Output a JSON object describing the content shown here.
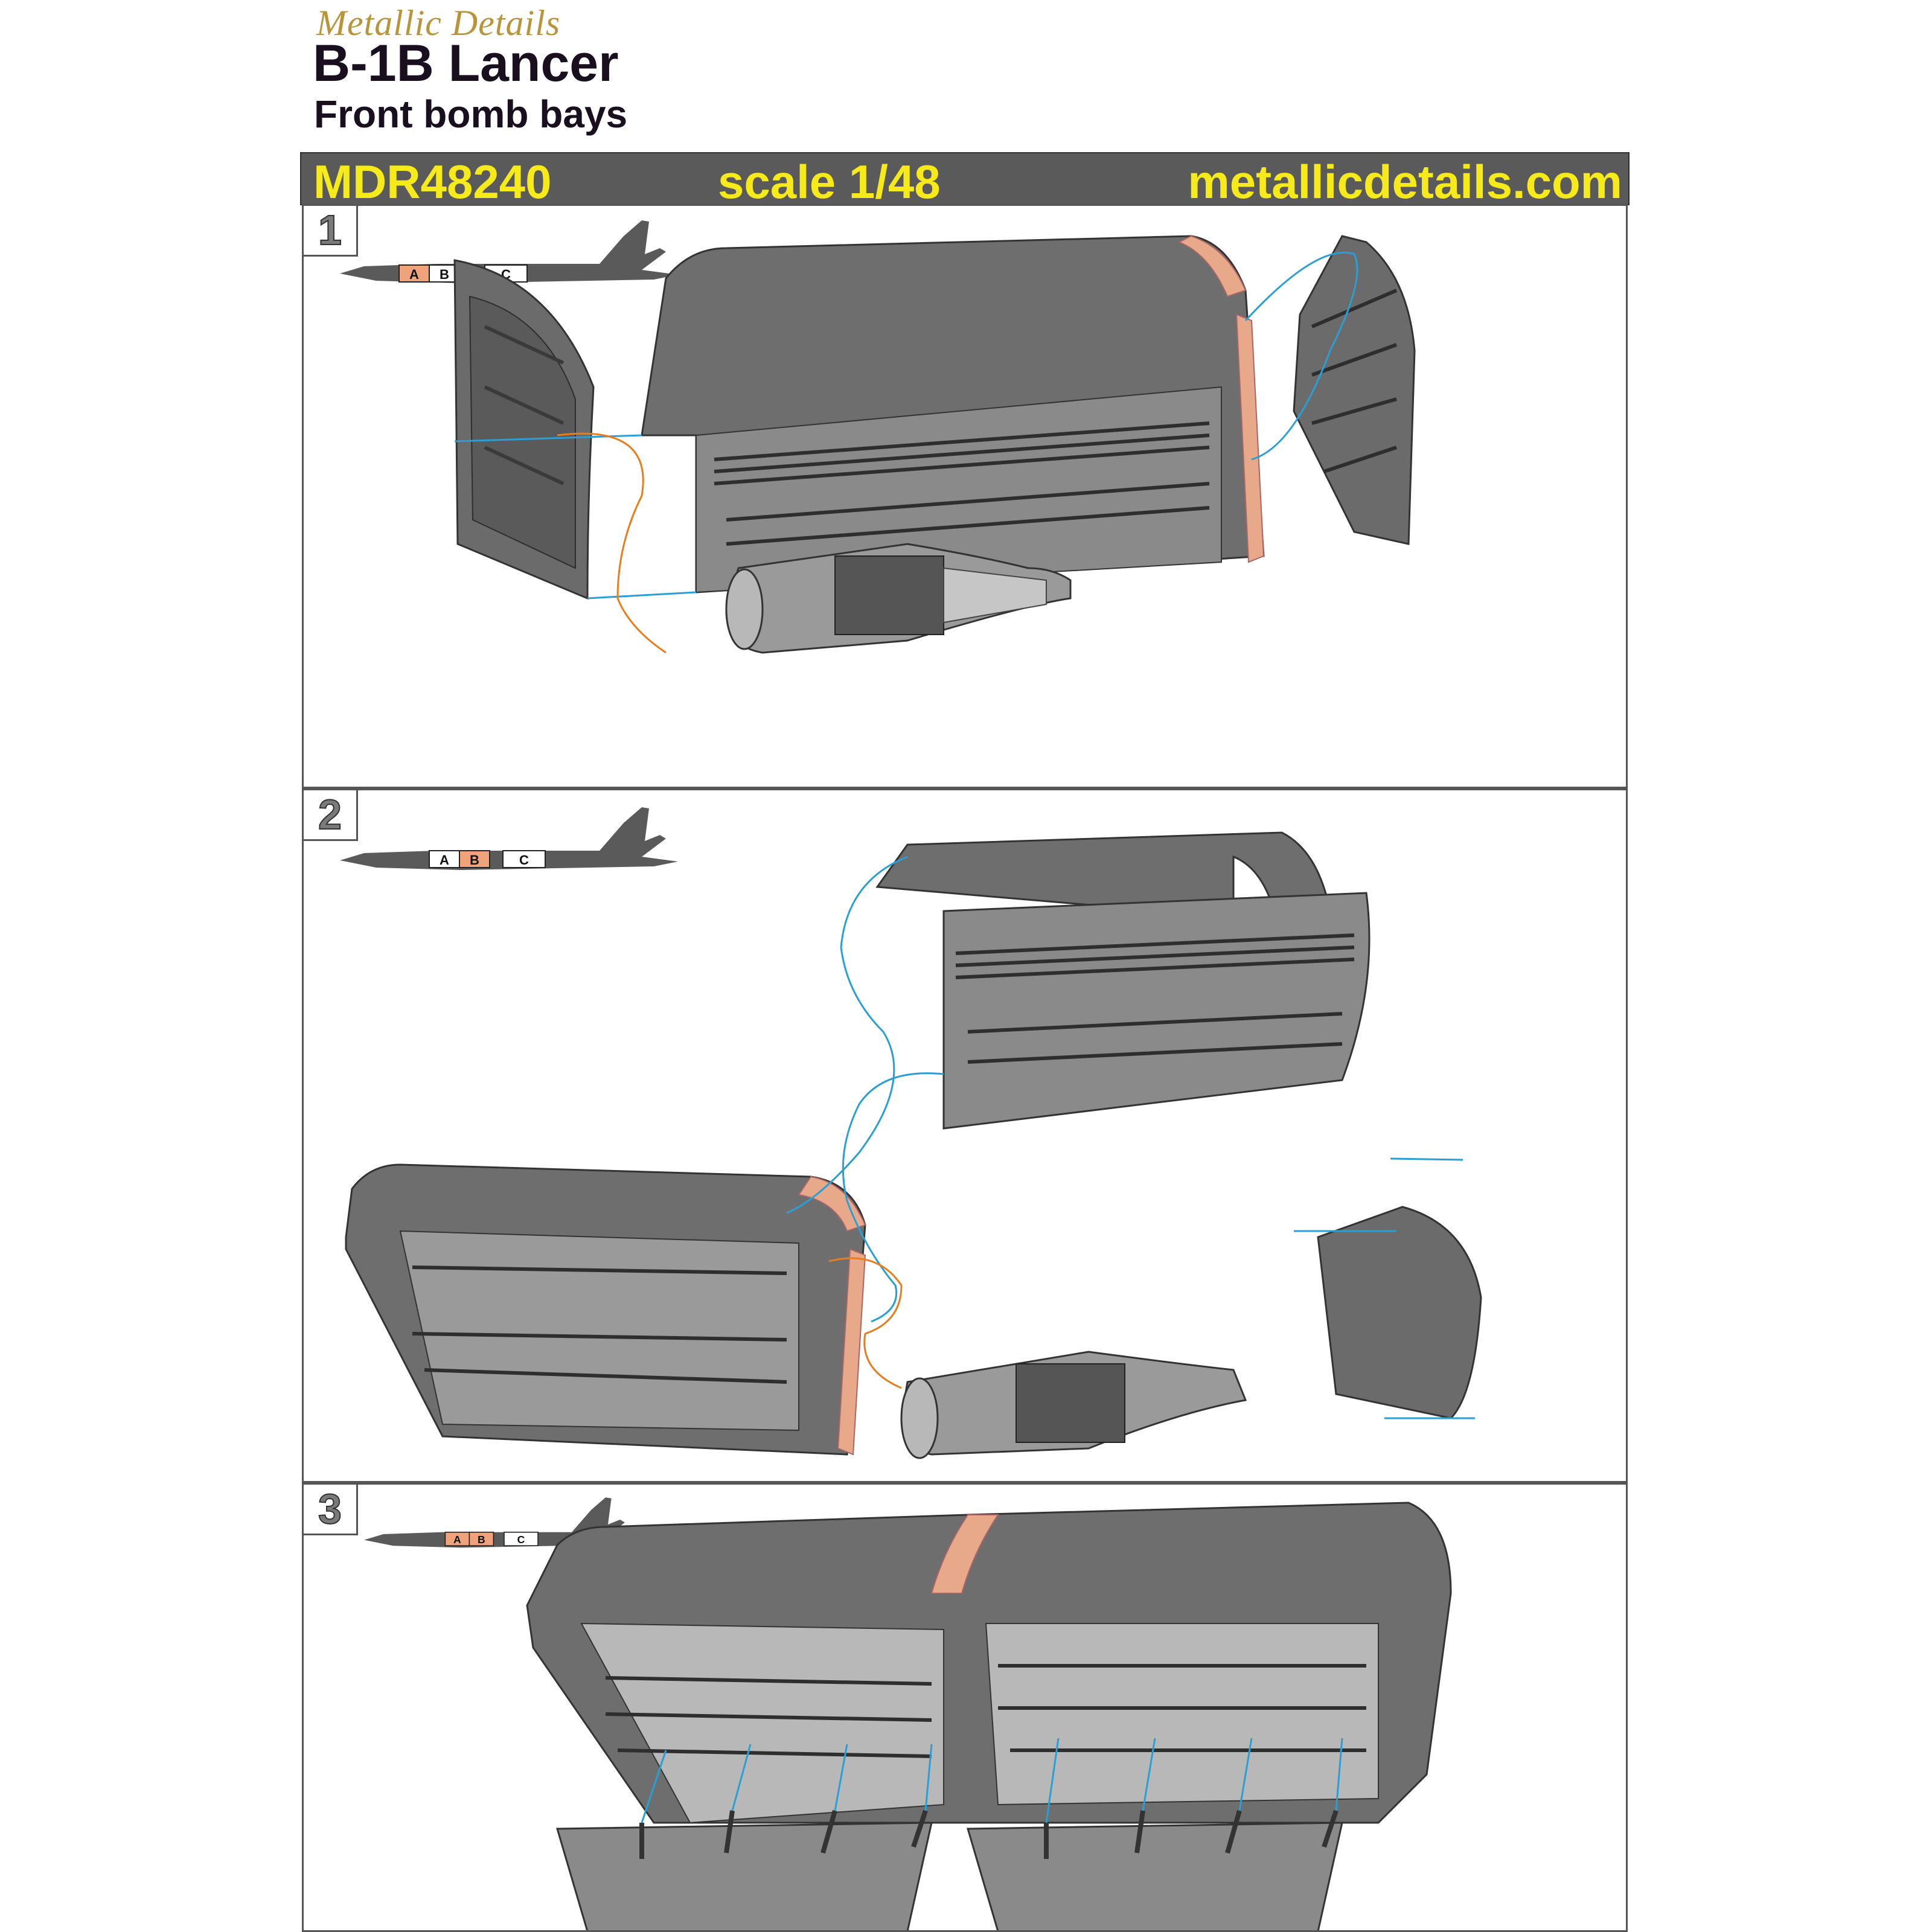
{
  "header": {
    "brand": "Metallic Details",
    "title": "B-1B Lancer",
    "subtitle": "Front bomb bays"
  },
  "banner": {
    "code": "MDR48240",
    "scale": "scale 1/48",
    "website": "metallicdetails.com"
  },
  "steps": [
    {
      "number": "1",
      "highlighted_bay": "A"
    },
    {
      "number": "2",
      "highlighted_bay": "B"
    },
    {
      "number": "3",
      "highlighted_bays": [
        "A",
        "B"
      ]
    }
  ],
  "bay_labels": {
    "a": "A",
    "b": "B",
    "c": "C"
  },
  "colors": {
    "banner_bg": "#5a5a5a",
    "banner_text": "#f6ea1a",
    "part_gray": "#6e6e6e",
    "copper_part": "#e8a98a",
    "guide_blue": "#2a9fd6",
    "guide_orange": "#e87d1e"
  }
}
